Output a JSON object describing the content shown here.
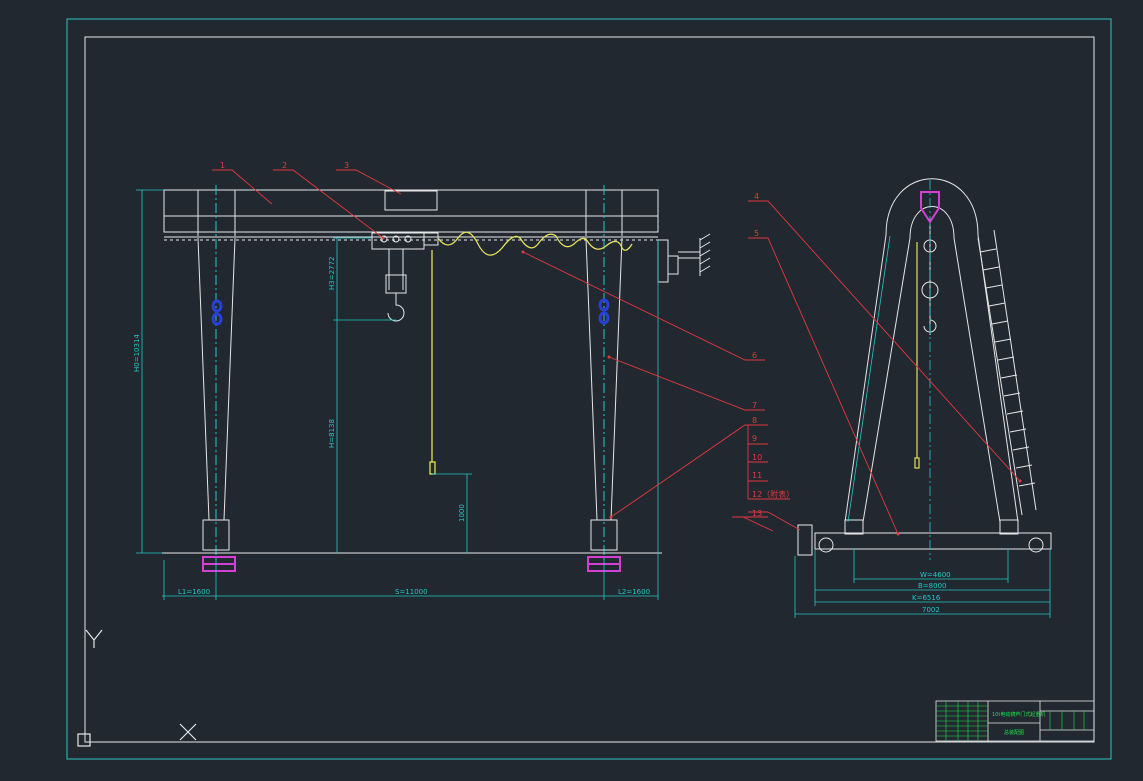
{
  "drawing": {
    "background": "#212830",
    "callouts": [
      "1",
      "2",
      "3",
      "4",
      "5",
      "6",
      "7",
      "8",
      "9",
      "10",
      "11",
      "12（附表）",
      "13"
    ],
    "front_dims": {
      "h0": "H0=10314",
      "h3": "H3=2772",
      "h": "H=8138",
      "hook_low": "1000",
      "l1": "L1=1600",
      "s": "S=11000",
      "l2": "L2=1600"
    },
    "side_dims": {
      "w": "W=4600",
      "b": "B=8000",
      "k": "K=6516",
      "total": "7002"
    },
    "title_block": {
      "title": "10t电动葫芦门式起重机",
      "sub": "总装配图"
    },
    "colors": {
      "frame": "#2fc4c4",
      "lines": "#e6e6e6",
      "leader": "#e0393e",
      "dim": "#22c7c7",
      "hook": "#e3e05a",
      "wheel": "#d43fd4",
      "motor": "#2a3fd8",
      "table": "#21e04a"
    },
    "icons": [
      "y-axis-icon",
      "x-axis-icon",
      "origin-square-icon"
    ]
  }
}
